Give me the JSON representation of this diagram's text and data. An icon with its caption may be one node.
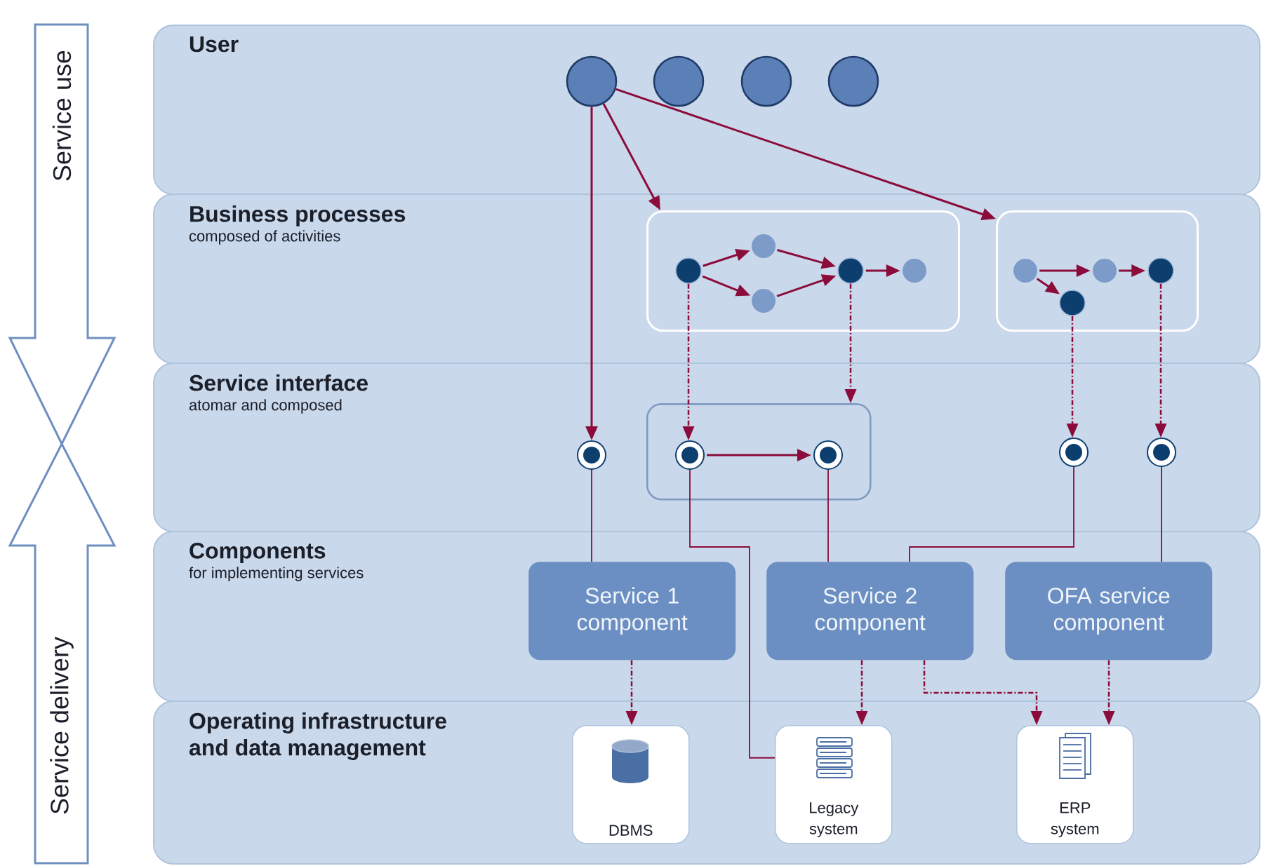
{
  "diagram": {
    "nodes": [
      {
        "text": [
          "User"
        ]
      },
      {
        "text": [
          "Business processes",
          "composed of activities"
        ]
      },
      {
        "text": [
          "Service interface",
          "atomar and composed"
        ]
      },
      {
        "text": [
          "Components",
          "for implementing services"
        ]
      },
      {
        "text": [
          "Operating infrastructure and data management"
        ]
      },
      {
        "text": [],
        "shape": "circle",
        "in": 0
      },
      {
        "text": [],
        "shape": "circle",
        "in": 0
      },
      {
        "text": [],
        "shape": "circle",
        "in": 0
      },
      {
        "text": [],
        "shape": "circle",
        "in": 0
      },
      {
        "text": [],
        "shape": "box",
        "in": 1
      },
      {
        "text": [],
        "shape": "box",
        "in": 1
      },
      {
        "text": [],
        "shape": "circle",
        "in": 9
      },
      {
        "text": [],
        "shape": "circle",
        "in": 9
      },
      {
        "text": [],
        "shape": "circle",
        "in": 9
      },
      {
        "text": [],
        "shape": "circle",
        "in": 9
      },
      {
        "text": [],
        "shape": "circle",
        "in": 9
      },
      {
        "text": [],
        "shape": "circle",
        "in": 10
      },
      {
        "text": [],
        "shape": "circle",
        "in": 10
      },
      {
        "text": [],
        "shape": "circle",
        "in": 10
      },
      {
        "text": [],
        "shape": "circle",
        "in": 10
      },
      {
        "text": [],
        "shape": "box",
        "in": 2
      },
      {
        "text": [],
        "shape": "circle",
        "in": 2
      },
      {
        "text": [],
        "shape": "circle",
        "in": 20
      },
      {
        "text": [],
        "shape": "circle",
        "in": 20
      },
      {
        "text": [],
        "shape": "circle",
        "in": 2
      },
      {
        "text": [],
        "shape": "circle",
        "in": 2
      },
      {
        "text": [
          "Service 1 component"
        ],
        "in": 3
      },
      {
        "text": [
          "Service 2 component"
        ],
        "in": 3
      },
      {
        "text": [
          "OFA service component"
        ],
        "in": 3
      },
      {
        "text": [
          "DBMS"
        ],
        "in": 4
      },
      {
        "text": [
          "Legacy system"
        ],
        "in": 4
      },
      {
        "text": [
          "ERP system"
        ],
        "in": 4
      }
    ],
    "edges": [
      {
        "from": 5,
        "to": 21,
        "arrow": "to"
      },
      {
        "from": 5,
        "to": 9,
        "arrow": "to"
      },
      {
        "from": 5,
        "to": 10,
        "arrow": "to"
      },
      {
        "from": 11,
        "to": 12,
        "arrow": "to"
      },
      {
        "from": 11,
        "to": 13,
        "arrow": "to"
      },
      {
        "from": 12,
        "to": 14,
        "arrow": "to"
      },
      {
        "from": 13,
        "to": 14,
        "arrow": "to"
      },
      {
        "from": 14,
        "to": 15,
        "arrow": "to"
      },
      {
        "from": 16,
        "to": 17,
        "arrow": "to"
      },
      {
        "from": 17,
        "to": 18,
        "arrow": "to"
      },
      {
        "from": 16,
        "to": 19,
        "arrow": "to"
      },
      {
        "from": 11,
        "to": 22,
        "arrow": "to",
        "style": "dashed"
      },
      {
        "from": 14,
        "to": 20,
        "arrow": "to",
        "style": "dashed"
      },
      {
        "from": 19,
        "to": 24,
        "arrow": "to",
        "style": "dashed"
      },
      {
        "from": 18,
        "to": 25,
        "arrow": "to",
        "style": "dashed"
      },
      {
        "from": 22,
        "to": 23,
        "arrow": "to"
      },
      {
        "from": 21,
        "to": 26,
        "arrow": "none"
      },
      {
        "from": 22,
        "to": 30,
        "arrow": "none"
      },
      {
        "from": 23,
        "to": 27,
        "arrow": "none"
      },
      {
        "from": 24,
        "to": 27,
        "arrow": "none"
      },
      {
        "from": 25,
        "to": 28,
        "arrow": "none"
      },
      {
        "from": 26,
        "to": 29,
        "arrow": "to",
        "style": "dashed"
      },
      {
        "from": 27,
        "to": 30,
        "arrow": "to",
        "style": "dashed"
      },
      {
        "from": 27,
        "to": 31,
        "arrow": "to",
        "style": "dashed"
      },
      {
        "from": 28,
        "to": 31,
        "arrow": "to",
        "style": "dashed"
      }
    ],
    "labels": [
      "Service use",
      "Service delivery"
    ]
  }
}
